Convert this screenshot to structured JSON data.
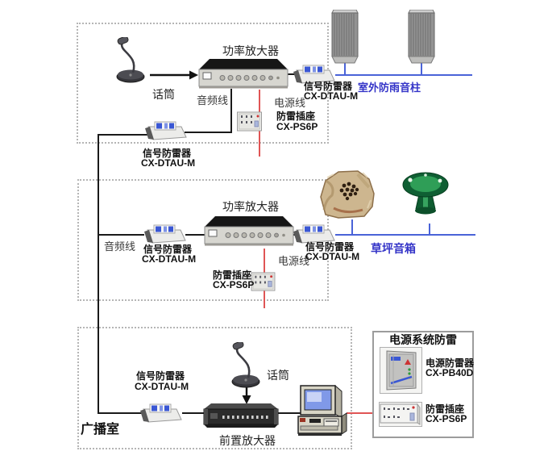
{
  "zones": {
    "outdoor_column": {
      "mic_label": "话筒",
      "audio_cable_label": "音频线",
      "amplifier_label": "功率放大器",
      "power_cable_label": "电源线",
      "surge_socket_label": "防雷插座",
      "surge_socket_model": "CX-PS6P",
      "signal_spd_label": "信号防雷器",
      "signal_spd_model": "CX-DTAU-M",
      "trunk_spd_label": "信号防雷器",
      "trunk_spd_model": "CX-DTAU-M",
      "speaker_label": "室外防雨音柱"
    },
    "lawn": {
      "audio_cable_label": "音频线",
      "amplifier_label": "功率放大器",
      "spd_in_label": "信号防雷器",
      "spd_in_model": "CX-DTAU-M",
      "spd_out_label": "信号防雷器",
      "spd_out_model": "CX-DTAU-M",
      "power_cable_label": "电源线",
      "surge_socket_label": "防雷插座",
      "surge_socket_model": "CX-PS6P",
      "speaker_label": "草坪音箱"
    },
    "broadcast_room": {
      "room_label": "广播室",
      "spd_label": "信号防雷器",
      "spd_model": "CX-DTAU-M",
      "mic_label": "话筒",
      "preamp_label": "前置放大器"
    }
  },
  "power_panel": {
    "title": "电源系统防雷",
    "spd_label": "电源防雷器",
    "spd_model": "CX-PB40D",
    "socket_label": "防雷插座",
    "socket_model": "CX-PS6P"
  },
  "colors": {
    "audio_line": "#1a1a1a",
    "speaker_line": "#4a63d8",
    "power_line": "#e05555",
    "speaker_label_blue": "#3434c8",
    "zone_border": "#b5b5b5"
  }
}
